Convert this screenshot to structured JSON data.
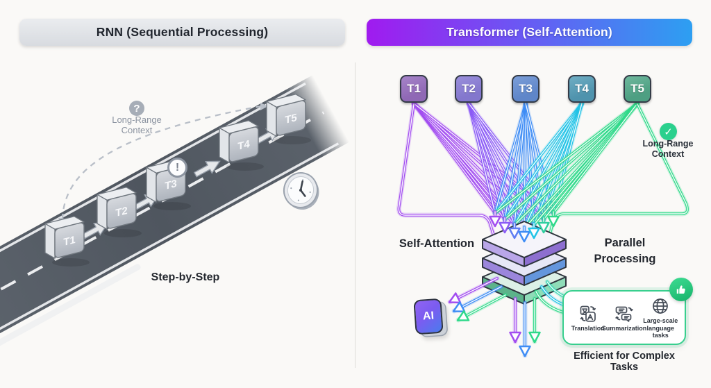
{
  "left_panel": {
    "header": "RNN (Sequential Processing)",
    "tokens": [
      "T1",
      "T2",
      "T3",
      "T4",
      "T5"
    ],
    "question_badge": "?",
    "warning_badge": "!",
    "long_range": {
      "line1": "Long-Range",
      "line2": "Context"
    },
    "step_label": "Step-by-Step"
  },
  "right_panel": {
    "header": "Transformer (Self-Attention)",
    "tokens": [
      {
        "label": "T1",
        "fill": "#8f68b5",
        "fill_light": "#a684c9",
        "line": "#a24df0"
      },
      {
        "label": "T2",
        "fill": "#8377cd",
        "fill_light": "#9a8fdb",
        "line": "#8b5cf6"
      },
      {
        "label": "T3",
        "fill": "#5f86c9",
        "fill_light": "#7b9ed8",
        "line": "#3f8df5"
      },
      {
        "label": "T4",
        "fill": "#4f93ad",
        "fill_light": "#6faec4",
        "line": "#22c3e6"
      },
      {
        "label": "T5",
        "fill": "#4d9f82",
        "fill_light": "#6fb89d",
        "line": "#2fd98a"
      }
    ],
    "self_attention_label": "Self-Attention",
    "parallel_label": {
      "line1": "Parallel",
      "line2": "Processing"
    },
    "long_range": {
      "line1": "Long-Range",
      "line2": "Context"
    },
    "check_mark": "✓",
    "ai_chip_label": "AI",
    "arrow_colors": [
      "#a24df0",
      "#8b5cf6",
      "#5f7df2",
      "#3f8df5",
      "#22c3e6",
      "#2fcfa0",
      "#2fd98a"
    ],
    "stack_colors": {
      "plate_top": {
        "face": "#f5f4fa",
        "left": "#b9a6e8",
        "right": "#8d6fd0"
      },
      "plate_middle": {
        "face": "#e6e7f6",
        "left": "#9b86dc",
        "right": "#6496dd"
      },
      "plate_bottom": {
        "face": "#dcf0e6",
        "left": "#5cb38a",
        "right": "#8fdcb8"
      }
    },
    "tasks_box": {
      "items": [
        {
          "icon": "translate-icon",
          "label": "Translation"
        },
        {
          "icon": "summarize-icon",
          "label": "Summarization"
        },
        {
          "icon": "globe-icon",
          "label": "Large-scale language tasks",
          "line1": "Large-scale",
          "line2": "language tasks"
        }
      ]
    },
    "efficient_label": "Efficient for Complex Tasks"
  }
}
